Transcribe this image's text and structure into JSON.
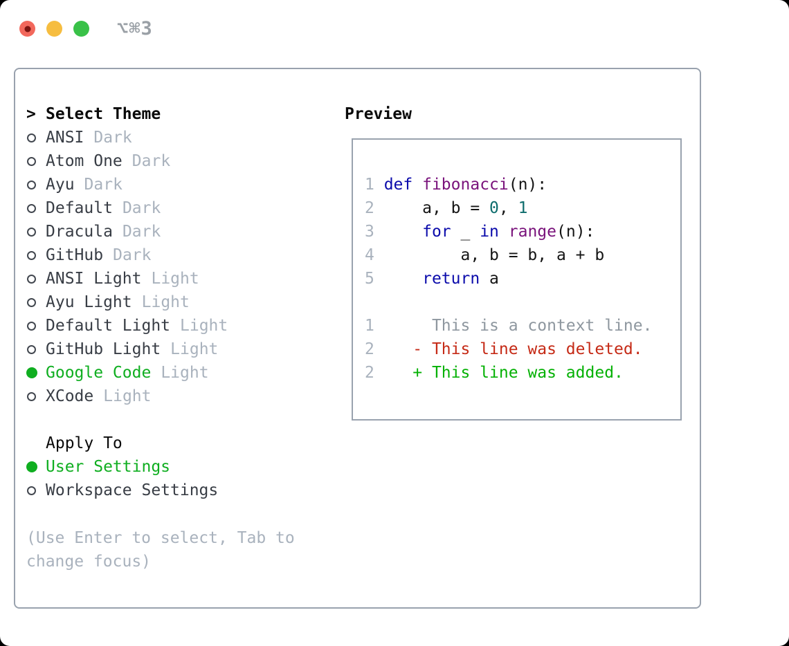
{
  "window": {
    "shortcut": "⌥⌘3",
    "traffic_lights": {
      "close": "#f2685c",
      "close_dot": "#7c1511",
      "minimize": "#f6bd40",
      "zoom": "#39c148"
    }
  },
  "colors": {
    "panel_border": "#99a2ae",
    "selected_green": "#0fae20",
    "item_text": "#383d45",
    "muted_text": "#a9b2bd",
    "header_text": "#0a0a0a"
  },
  "selector": {
    "cursor": ">",
    "title": "Select Theme",
    "themes": [
      {
        "name": "ANSI",
        "variant": "Dark",
        "selected": false
      },
      {
        "name": "Atom One",
        "variant": "Dark",
        "selected": false
      },
      {
        "name": "Ayu",
        "variant": "Dark",
        "selected": false
      },
      {
        "name": "Default",
        "variant": "Dark",
        "selected": false
      },
      {
        "name": "Dracula",
        "variant": "Dark",
        "selected": false
      },
      {
        "name": "GitHub",
        "variant": "Dark",
        "selected": false
      },
      {
        "name": "ANSI Light",
        "variant": "Light",
        "selected": false
      },
      {
        "name": "Ayu Light",
        "variant": "Light",
        "selected": false
      },
      {
        "name": "Default Light",
        "variant": "Light",
        "selected": false
      },
      {
        "name": "GitHub Light",
        "variant": "Light",
        "selected": false
      },
      {
        "name": "Google Code",
        "variant": "Light",
        "selected": true
      },
      {
        "name": "XCode",
        "variant": "Light",
        "selected": false
      }
    ],
    "apply_to": {
      "title": "Apply To",
      "options": [
        {
          "label": "User Settings",
          "selected": true
        },
        {
          "label": "Workspace Settings",
          "selected": false
        }
      ]
    },
    "help": "(Use Enter to select, Tab to change focus)"
  },
  "preview": {
    "title": "Preview",
    "token_colors": {
      "kw": "#0b0bab",
      "fn": "#79127b",
      "num": "#0d6c6c",
      "pl": "#141414",
      "ctx": "#8e979f",
      "del": "#c52a16",
      "add": "#04b104",
      "gutter": "#a9b2bd"
    },
    "lines": [
      {
        "g": "1 ",
        "t": [
          [
            "kw",
            "def"
          ],
          [
            "pl",
            " "
          ],
          [
            "fn",
            "fibonacci"
          ],
          [
            "pl",
            "(n):"
          ]
        ]
      },
      {
        "g": "2 ",
        "t": [
          [
            "pl",
            "    a, b = "
          ],
          [
            "num",
            "0"
          ],
          [
            "pl",
            ", "
          ],
          [
            "num",
            "1"
          ]
        ]
      },
      {
        "g": "3 ",
        "t": [
          [
            "pl",
            "    "
          ],
          [
            "kw",
            "for"
          ],
          [
            "pl",
            " _ "
          ],
          [
            "kw",
            "in"
          ],
          [
            "pl",
            " "
          ],
          [
            "fn",
            "range"
          ],
          [
            "pl",
            "(n):"
          ]
        ]
      },
      {
        "g": "4 ",
        "t": [
          [
            "pl",
            "        a, b = b, a + b"
          ]
        ]
      },
      {
        "g": "5 ",
        "t": [
          [
            "pl",
            "    "
          ],
          [
            "kw",
            "return"
          ],
          [
            "pl",
            " a"
          ]
        ]
      },
      {
        "g": "",
        "t": []
      },
      {
        "g": "1 ",
        "t": [
          [
            "ctx",
            "     This is a context line."
          ]
        ]
      },
      {
        "g": "2 ",
        "t": [
          [
            "del",
            "   - This line was deleted."
          ]
        ]
      },
      {
        "g": "2 ",
        "t": [
          [
            "add",
            "   + This line was added."
          ]
        ]
      }
    ]
  }
}
